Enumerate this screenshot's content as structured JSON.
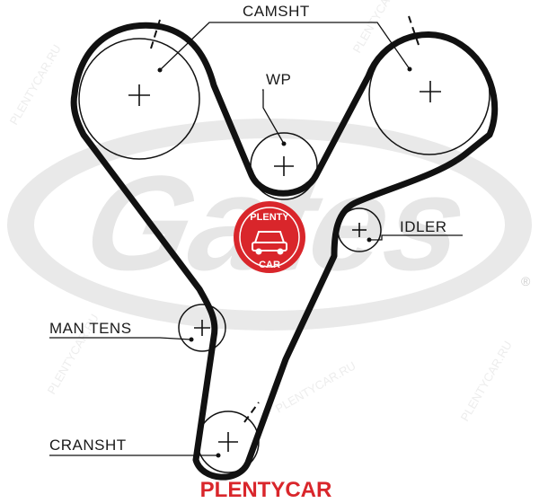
{
  "labels": {
    "camshaft": "CAMSHT",
    "water_pump": "WP",
    "idler": "IDLER",
    "manual_tensioner": "MAN TENS",
    "crankshaft": "CRANSHT"
  },
  "logo": {
    "brand": "Gates",
    "registered_mark": "®"
  },
  "badge": {
    "top_text": "PLENTY",
    "bottom_text": "CAR",
    "color": "#d9262b"
  },
  "watermark": {
    "text": "PLENTYCAR.RU"
  },
  "footer": {
    "text": "PLENTYCAR",
    "color": "#d9262b"
  }
}
